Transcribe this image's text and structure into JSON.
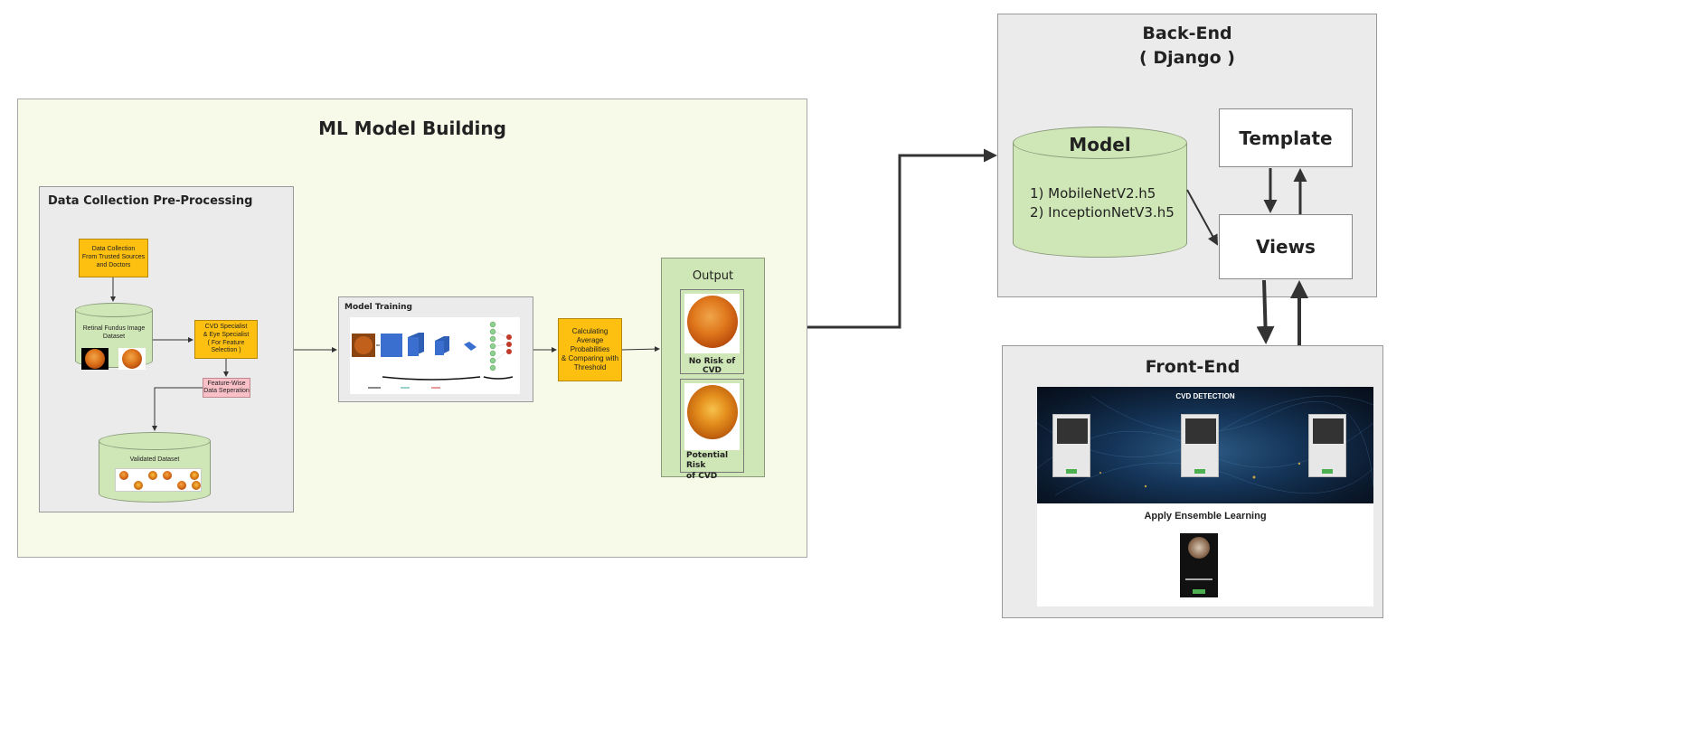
{
  "ml_panel": {
    "title": "ML Model Building"
  },
  "data_collection": {
    "title": "Data Collection Pre-Processing",
    "source_box": "Data Collection\nFrom Trusted Sources\nand Doctors",
    "dataset_label": "Retinal Fundus Image\nDataset",
    "specialist_box": "CVD Specialist\n& Eye Specialist\n( For Feature Selection )",
    "separation_box": "Feature-Wise\nData Seperation",
    "validated_label": "Validated Dataset"
  },
  "model_training": {
    "title": "Model Training"
  },
  "probability_box": "Calculating\nAverage\nProbabilities\n& Comparing with\nThreshold",
  "output": {
    "title": "Output",
    "no_risk": "No Risk of CVD",
    "potential_risk": "Potential Risk\nof CVD"
  },
  "backend": {
    "title_line1": "Back-End",
    "title_line2": "( Django )",
    "model_title": "Model",
    "model_item1": "1) MobileNetV2.h5",
    "model_item2": "2) InceptionNetV3.h5",
    "template_label": "Template",
    "views_label": "Views"
  },
  "frontend": {
    "title": "Front-End",
    "banner_title": "CVD DETECTION",
    "ensemble_heading": "Apply Ensemble Learning"
  },
  "colors": {
    "ml_panel_bg": "#f7fae8",
    "subpanel_bg": "#ebebeb",
    "green_fill": "#cfe6b6",
    "orange_fill": "#fdc010",
    "pink_fill": "#f9c0c8",
    "banner_bg": "#0d1a2e",
    "arrow": "#333333"
  }
}
